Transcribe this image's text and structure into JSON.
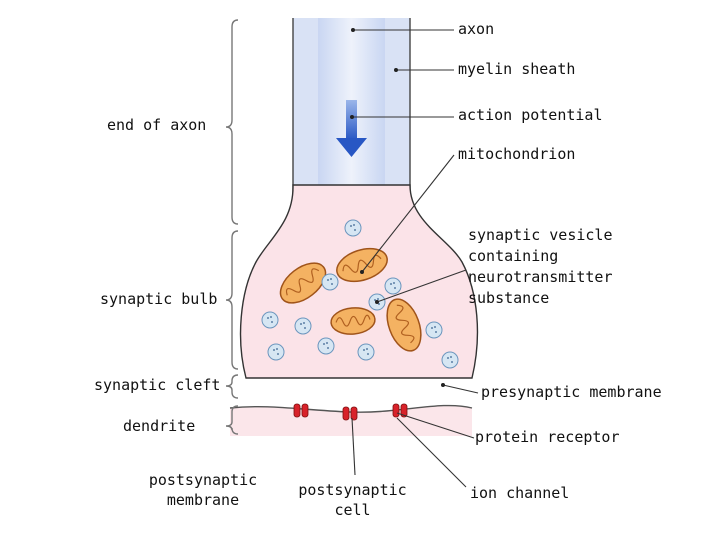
{
  "labels": {
    "axon": "axon",
    "myelin_sheath": "myelin sheath",
    "action_potential": "action potential",
    "mitochondrion": "mitochondrion",
    "synaptic_vesicle": "synaptic vesicle\ncontaining\nneurotransmitter\nsubstance",
    "presynaptic_membrane": "presynaptic membrane",
    "protein_receptor": "protein receptor",
    "ion_channel": "ion channel",
    "end_of_axon": "end of axon",
    "synaptic_bulb": "synaptic bulb",
    "synaptic_cleft": "synaptic cleft",
    "dendrite": "dendrite",
    "postsynaptic_membrane": "postsynaptic\nmembrane",
    "postsynaptic_cell": "postsynaptic\ncell"
  },
  "colors": {
    "axon_fill": "#dfe6f7",
    "myelin_fill": "#e8e9f6",
    "bulb_fill": "#fbe3e8",
    "bulb_outline": "#333333",
    "arrow": "#2c64c8",
    "mitochondrion": "#f1a85a",
    "vesicle": "#cfe1f0",
    "receptor": "#d8222a"
  }
}
